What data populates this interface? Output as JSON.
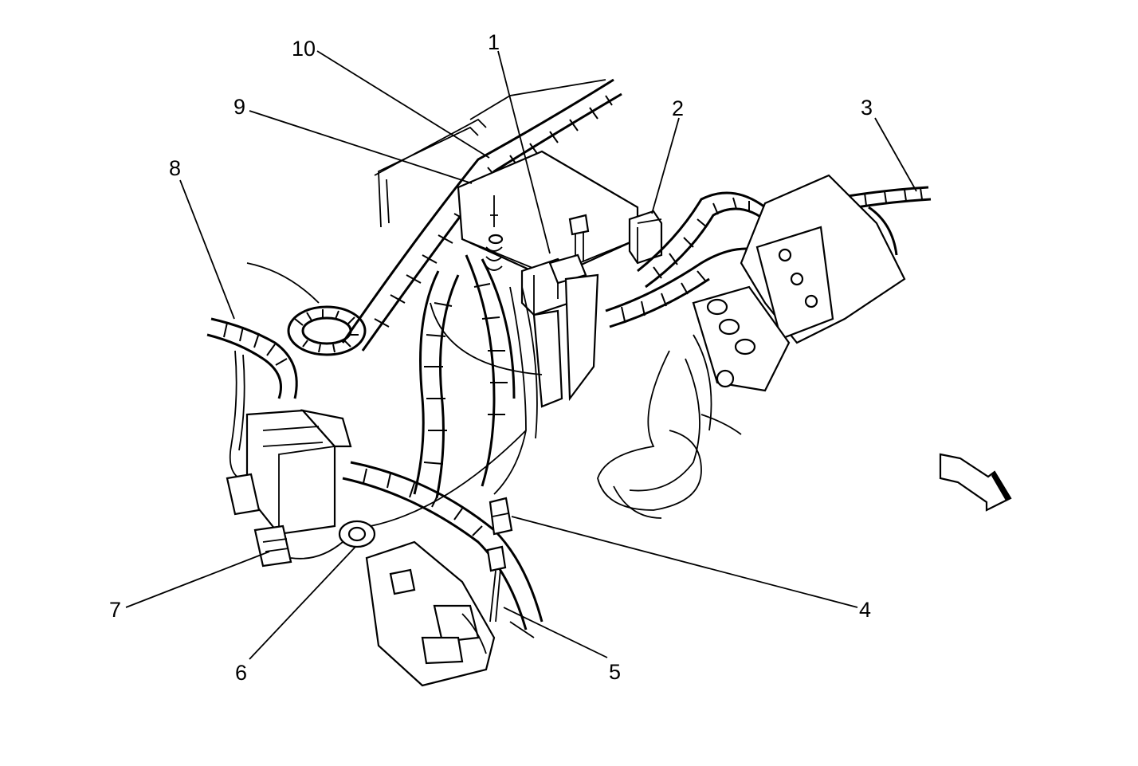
{
  "colors": {
    "line": "#000000",
    "background": "#ffffff"
  },
  "callouts": [
    {
      "id": "1",
      "label": "1"
    },
    {
      "id": "2",
      "label": "2"
    },
    {
      "id": "3",
      "label": "3"
    },
    {
      "id": "4",
      "label": "4"
    },
    {
      "id": "5",
      "label": "5"
    },
    {
      "id": "6",
      "label": "6"
    },
    {
      "id": "7",
      "label": "7"
    },
    {
      "id": "8",
      "label": "8"
    },
    {
      "id": "9",
      "label": "9"
    },
    {
      "id": "10",
      "label": "10"
    }
  ],
  "icons": {
    "direction_arrow": "forward-arrow-icon"
  }
}
